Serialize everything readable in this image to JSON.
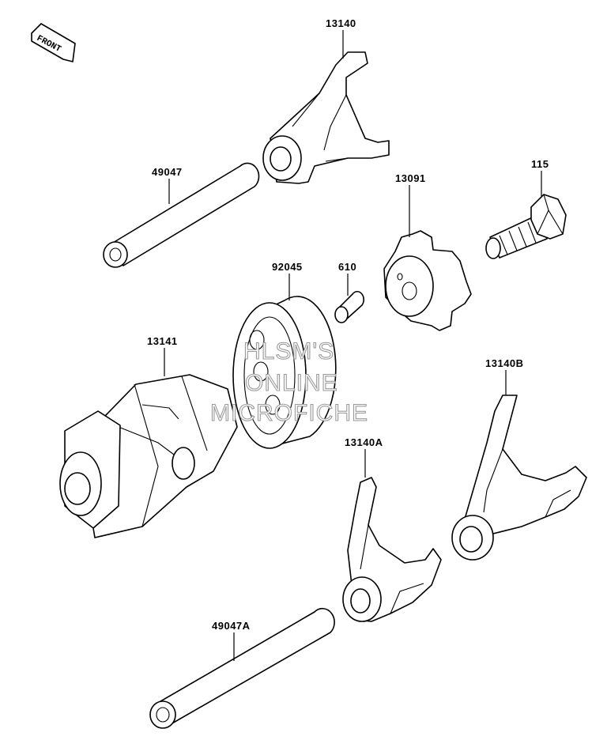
{
  "orientation_label": "FRONT",
  "watermark": [
    "HLSM'S",
    "ONLINE",
    "MICROFICHE"
  ],
  "callouts": {
    "p13140": "13140",
    "p49047": "49047",
    "p115": "115",
    "p13091": "13091",
    "p92045": "92045",
    "p610": "610",
    "p13141": "13141",
    "p13140B": "13140B",
    "p13140A": "13140A",
    "p49047A": "49047A"
  }
}
